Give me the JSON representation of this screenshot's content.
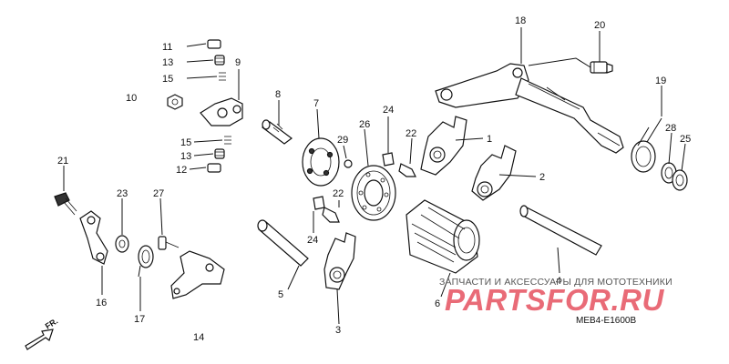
{
  "callouts": {
    "c1": "1",
    "c2": "2",
    "c3": "3",
    "c4": "4",
    "c5": "5",
    "c6": "6",
    "c7": "7",
    "c8": "8",
    "c9": "9",
    "c10": "10",
    "c11": "11",
    "c12": "12",
    "c13a": "13",
    "c13b": "13",
    "c14": "14",
    "c15a": "15",
    "c15b": "15",
    "c16": "16",
    "c17": "17",
    "c18": "18",
    "c19": "19",
    "c20": "20",
    "c21": "21",
    "c22a": "22",
    "c22b": "22",
    "c23": "23",
    "c24a": "24",
    "c24b": "24",
    "c25": "25",
    "c26": "26",
    "c27": "27",
    "c28": "28",
    "c29": "29"
  },
  "front_label": "FR.",
  "diagram_code": "MEB4-E1600B",
  "watermark": {
    "caption": "ЗАПЧАСТИ И АКСЕССУАРЫ ДЛЯ МОТОТЕХНИКИ",
    "logo": "PARTSFOR.RU"
  },
  "colors": {
    "line": "#111111",
    "background": "#ffffff",
    "watermark_red": "#e23a4a"
  }
}
